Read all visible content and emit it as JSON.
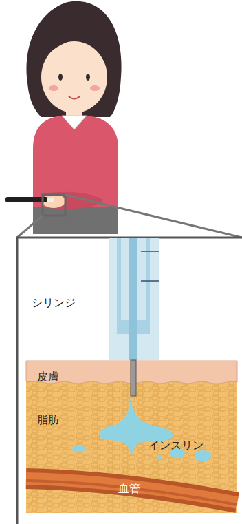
{
  "diagram": {
    "labels": [
      "シリンジ",
      "皮膚",
      "脂肪",
      "インスリン",
      "血管"
    ]
  }
}
